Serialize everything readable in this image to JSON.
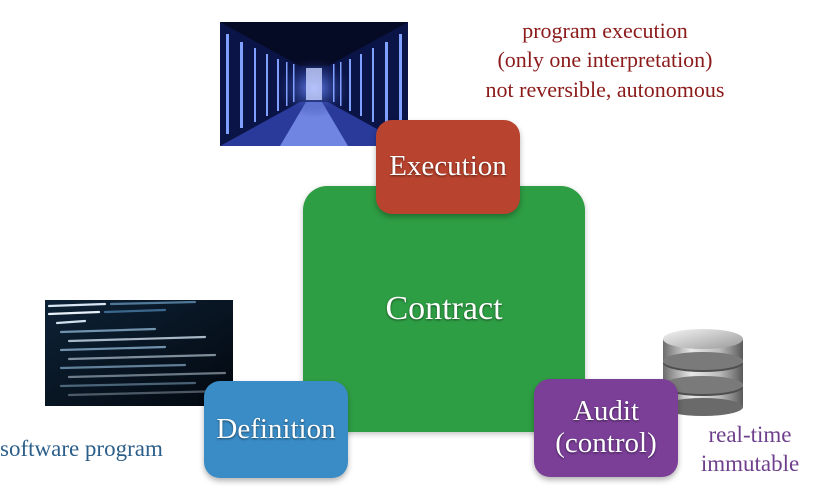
{
  "diagram": {
    "center": {
      "label": "Contract",
      "color": "#2e9e44"
    },
    "nodes": {
      "execution": {
        "label": "Execution",
        "color": "#b8432e"
      },
      "definition": {
        "label": "Definition",
        "color": "#3a8cc6"
      },
      "audit": {
        "label_line1": "Audit",
        "label_line2": "(control)",
        "color": "#7b3f98"
      }
    },
    "captions": {
      "execution": {
        "line1": "program execution",
        "line2": "(only one interpretation)",
        "line3": "not reversible, autonomous",
        "color": "#8b1a1a"
      },
      "definition": {
        "line1": "software program",
        "color": "#2b5f8a"
      },
      "audit": {
        "line1": "real-time",
        "line2": "immutable",
        "color": "#6e3f8c"
      }
    },
    "images": {
      "execution": "server-room-image",
      "definition": "source-code-image",
      "audit": "database-icon"
    }
  }
}
